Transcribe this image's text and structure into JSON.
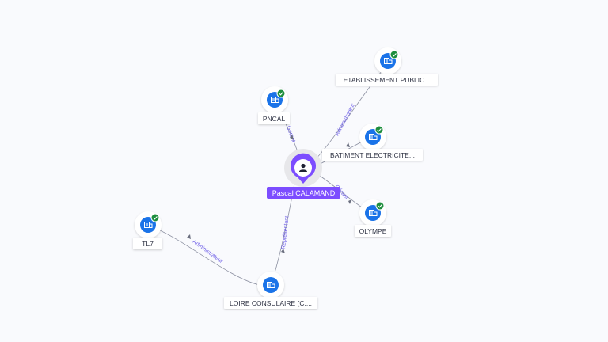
{
  "center": {
    "name": "Pascal CALAMAND",
    "icon": "person-icon",
    "color": "#7c4dff"
  },
  "nodes": [
    {
      "id": "etab",
      "label": "ETABLISSEMENT PUBLIC...",
      "icon": "building-icon",
      "verified": true
    },
    {
      "id": "pncal",
      "label": "PNCAL",
      "icon": "building-icon",
      "verified": true
    },
    {
      "id": "batiment",
      "label": "BATIMENT ELECTRICITE...",
      "icon": "building-icon",
      "verified": true
    },
    {
      "id": "olympe",
      "label": "OLYMPE",
      "icon": "building-icon",
      "verified": true
    },
    {
      "id": "tl7",
      "label": "TL7",
      "icon": "building-icon",
      "verified": true
    },
    {
      "id": "loire",
      "label": "LOIRE CONSULAIRE (C....",
      "icon": "building-icon",
      "verified": false
    }
  ],
  "edges": [
    {
      "from": "center",
      "to": "etab",
      "label": "Administrateur"
    },
    {
      "from": "center",
      "to": "pncal",
      "label": "Gérant"
    },
    {
      "from": "center",
      "to": "batiment",
      "label": ""
    },
    {
      "from": "center",
      "to": "olympe",
      "label": "Gérant"
    },
    {
      "from": "center",
      "to": "loire",
      "label": "Représentant"
    },
    {
      "from": "loire",
      "to": "tl7",
      "label": "Administrateur"
    }
  ],
  "colors": {
    "building": "#1a73e8",
    "verified": "#1e8e3e",
    "edge": "#8b8fa0",
    "edge_label": "#6c5ce7"
  }
}
